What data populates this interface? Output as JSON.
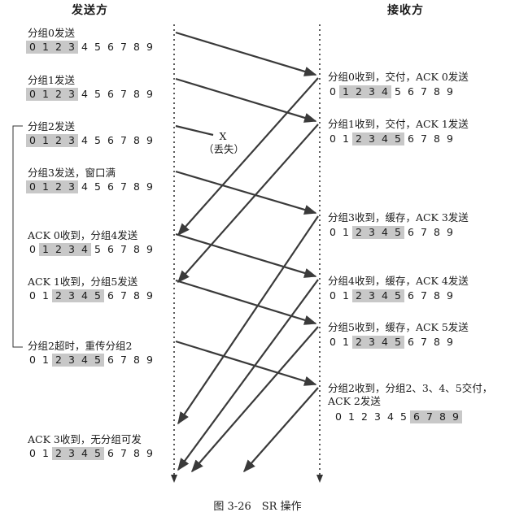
{
  "headers": {
    "sender": "发送方",
    "receiver": "接收方"
  },
  "lost_label": [
    "X",
    "（丢失）"
  ],
  "caption": "图 3-26　SR 操作",
  "sender_events": [
    {
      "text": "分组0发送",
      "window": [
        0,
        1,
        2,
        3
      ]
    },
    {
      "text": "分组1发送",
      "window": [
        0,
        1,
        2,
        3
      ]
    },
    {
      "text": "分组2发送",
      "window": [
        0,
        1,
        2,
        3
      ]
    },
    {
      "text": "分组3发送，窗口满",
      "window": [
        0,
        1,
        2,
        3
      ]
    },
    {
      "text": "ACK 0收到，分组4发送",
      "window": [
        1,
        2,
        3,
        4
      ]
    },
    {
      "text": "ACK 1收到，分组5发送",
      "window": [
        2,
        3,
        4,
        5
      ]
    },
    {
      "text": "分组2超时，重传分组2",
      "window": [
        2,
        3,
        4,
        5
      ]
    },
    {
      "text": "ACK 3收到，无分组可发",
      "window": [
        2,
        3,
        4,
        5
      ]
    }
  ],
  "receiver_events": [
    {
      "lines": [
        "分组0收到，交付，ACK 0发送"
      ],
      "window": [
        1,
        2,
        3,
        4
      ]
    },
    {
      "lines": [
        "分组1收到，交付，ACK 1发送"
      ],
      "window": [
        2,
        3,
        4,
        5
      ]
    },
    {
      "lines": [
        "分组3收到，缓存，ACK 3发送"
      ],
      "window": [
        2,
        3,
        4,
        5
      ]
    },
    {
      "lines": [
        "分组4收到，缓存，ACK 4发送"
      ],
      "window": [
        2,
        3,
        4,
        5
      ]
    },
    {
      "lines": [
        "分组5收到，缓存，ACK 5发送"
      ],
      "window": [
        2,
        3,
        4,
        5
      ]
    },
    {
      "lines": [
        "分组2收到，分组2、3、4、5交付，",
        "ACK 2发送"
      ],
      "window": [
        6,
        7,
        8,
        9
      ]
    }
  ],
  "sequence_numbers": [
    "0",
    "1",
    "2",
    "3",
    "4",
    "5",
    "6",
    "7",
    "8",
    "9"
  ]
}
